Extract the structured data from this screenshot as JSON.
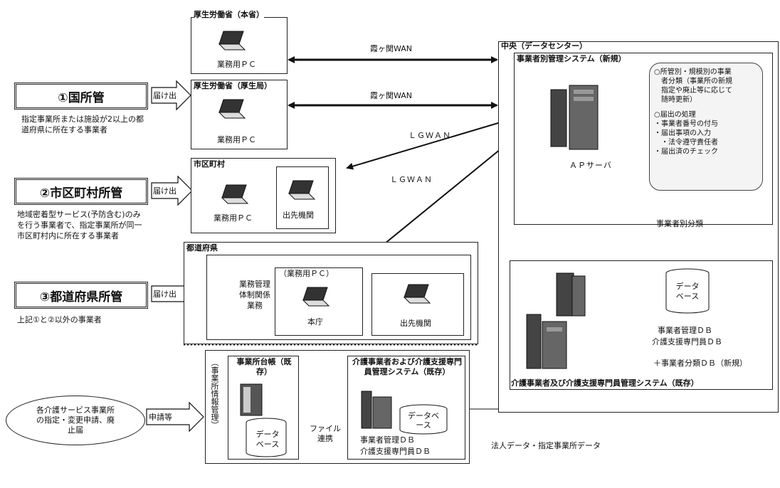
{
  "left": {
    "cat1": {
      "label": "①国所管",
      "desc": "指定事業所または施設が2以上の都道府県に所在する事業者",
      "action": "届け出"
    },
    "cat2": {
      "label": "②市区町村所管",
      "desc": "地域密着型サービス(予防含む)のみを行う事業者で、指定事業所が同一市区町村内に所在する事業者",
      "action": "届け出"
    },
    "cat3": {
      "label": "③都道府県所管",
      "desc": "上記①と②以外の事業者",
      "action": "届け出"
    },
    "oval": {
      "label": "各介護サービス事業所の指定・変更申請、廃止届",
      "action": "申請等"
    }
  },
  "mhlw_main": {
    "title": "厚生労働省（本省）",
    "pc": "業務用ＰＣ"
  },
  "mhlw_bureau": {
    "title": "厚生労働省（厚生局）",
    "pc": "業務用ＰＣ"
  },
  "city": {
    "title": "市区町村",
    "pc": "業務用ＰＣ",
    "branch": "出先機関"
  },
  "pref": {
    "title": "都道府県",
    "task": "業務管理体制関係業務",
    "pc_group": "（業務用ＰＣ）",
    "hq": "本庁",
    "branch": "出先機関"
  },
  "links": {
    "wan1": "霞ヶ関WAN",
    "wan2": "霞ヶ関WAN",
    "lgwan1": "ＬＧＷＡＮ",
    "lgwan2": "ＬＧＷＡＮ"
  },
  "center": {
    "title": "中央（データセンター）",
    "system": "事業者別管理システム（新規）",
    "server": "ＡＰサーバ",
    "note_lines": [
      "○所管別・規模別の事業",
      "者分類（事業所の新規",
      "指定や廃止等に応じて",
      "随時更新）",
      "",
      "○届出の処理",
      "・事業者番号の付与",
      "・届出事項の入力",
      "・法令遵守責任者",
      "・届出済のチェック"
    ],
    "classify": "事業者別分類",
    "existing_system": "介護事業者及び介護支援専門員管理システム（既存）",
    "db": "データベース",
    "db_items": [
      "事業者管理ＤＢ",
      "介護支援専門員ＤＢ"
    ],
    "db_new": "＋事業者分類ＤＢ（新規）"
  },
  "bottom": {
    "vertical": "（事業所情報管理）",
    "ledger_title": "事業所台帳（既存）",
    "ledger_db": "データベース",
    "file_link": "ファイル連携",
    "sys_title": "介護事業者および介護支援専門員管理システム（既存）",
    "sys_db": "データベース",
    "sys_items": [
      "事業者管理ＤＢ",
      "介護支援専門員ＤＢ"
    ],
    "data_flow": "法人データ・指定事業所データ"
  }
}
